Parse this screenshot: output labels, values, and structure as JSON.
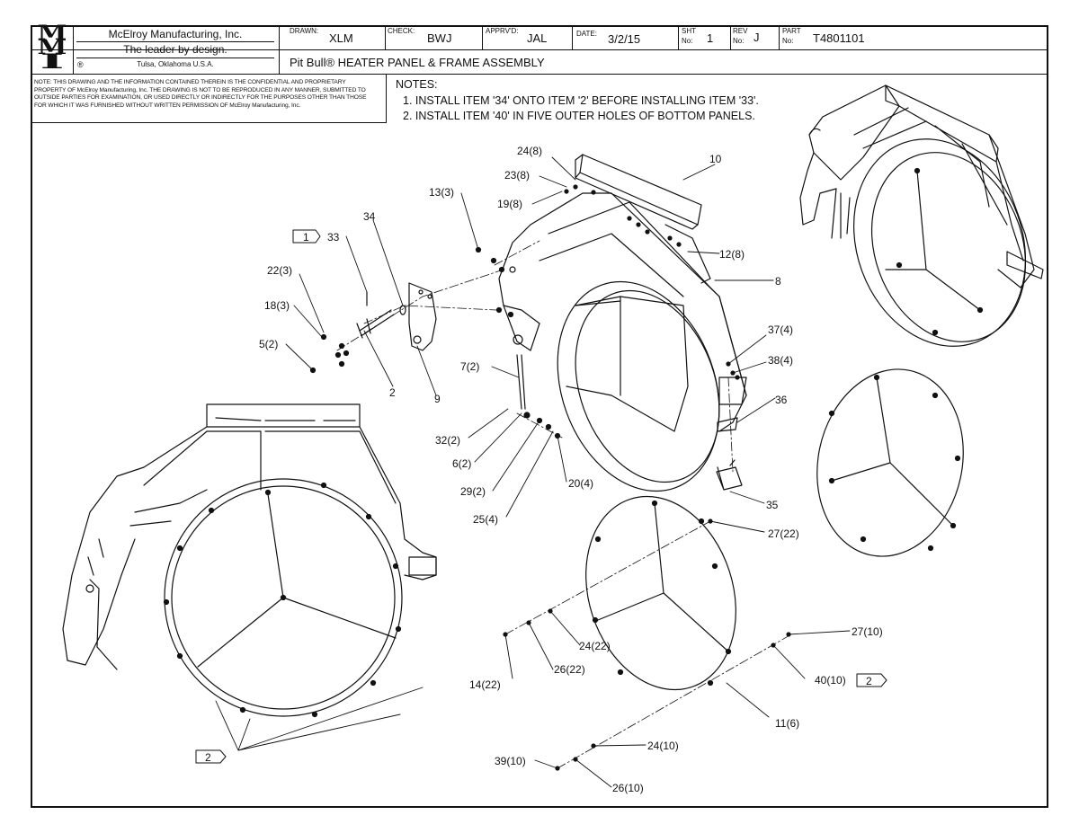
{
  "company": {
    "logo_letters": [
      "M",
      "M",
      "I"
    ],
    "name": "McElroy Manufacturing, Inc.",
    "slogan": "The leader by design.",
    "registered": "®",
    "location": "Tulsa, Oklahoma U.S.A."
  },
  "title_block": {
    "drawn_label": "DRAWN:",
    "drawn": "XLM",
    "check_label": "CHECK:",
    "check": "BWJ",
    "apprvd_label": "APPRV'D:",
    "apprvd": "JAL",
    "date_label": "DATE:",
    "date": "3/2/15",
    "sht_label_1": "SHT",
    "sht_label_2": "No:",
    "sht": "1",
    "rev_label_1": "REV",
    "rev_label_2": "No:",
    "rev": "J",
    "part_label_1": "PART",
    "part_label_2": "No:",
    "part": "T4801101",
    "title": "Pit Bull® HEATER PANEL & FRAME ASSEMBLY"
  },
  "proprietary_note": "NOTE: THIS DRAWING AND THE INFORMATION CONTAINED THEREIN IS THE CONFIDENTIAL AND PROPRIETARY PROPERTY OF McElroy Manufacturing, Inc. THE DRAWING IS NOT TO BE REPRODUCED IN ANY MANNER, SUBMITTED TO OUTSIDE PARTIES FOR EXAMINATION, OR USED DIRECTLY OR INDIRECTLY FOR THE PURPOSES OTHER THAN THOSE FOR WHICH IT WAS FURNISHED WITHOUT WRITTEN PERMISSION OF McElroy Manufacturing, Inc.",
  "notes": {
    "title": "NOTES:",
    "items": [
      "1. INSTALL ITEM '34' ONTO ITEM '2' BEFORE INSTALLING ITEM '33'.",
      "2. INSTALL ITEM '40' IN FIVE OUTER HOLES OF BOTTOM PANELS."
    ]
  },
  "callouts": {
    "c24_8": "24(8)",
    "c23_8": "23(8)",
    "c19_8": "19(8)",
    "c10": "10",
    "c13_3": "13(3)",
    "c12_8": "12(8)",
    "c34": "34",
    "c33": "33",
    "c8": "8",
    "c22_3": "22(3)",
    "c18_3": "18(3)",
    "c5_2": "5(2)",
    "c2": "2",
    "c9": "9",
    "c37_4": "37(4)",
    "c38_4": "38(4)",
    "c36": "36",
    "c7_2": "7(2)",
    "c32_2": "32(2)",
    "c6_2": "6(2)",
    "c29_2": "29(2)",
    "c25_4": "25(4)",
    "c20_4": "20(4)",
    "c35": "35",
    "c27_22": "27(22)",
    "c24_22": "24(22)",
    "c26_22": "26(22)",
    "c14_22": "14(22)",
    "c27_10": "27(10)",
    "c40_10": "40(10)",
    "c11_6": "11(6)",
    "c24_10": "24(10)",
    "c39_10": "39(10)",
    "c26_10": "26(10)"
  },
  "flags": {
    "note1": "1",
    "note2_right": "2",
    "note2_left": "2"
  }
}
